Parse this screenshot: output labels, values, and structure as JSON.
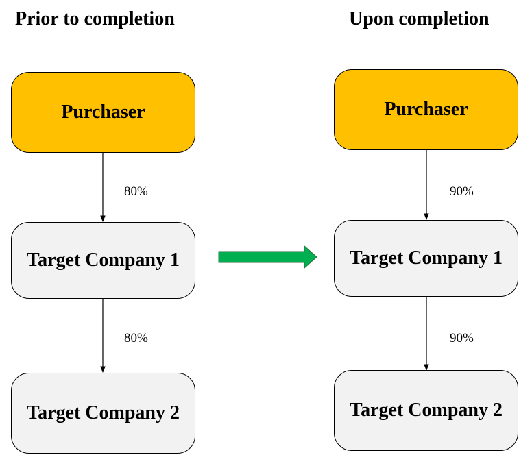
{
  "left_panel": {
    "heading": "Prior to completion",
    "purchaser": "Purchaser",
    "target1": "Target Company 1",
    "target2": "Target Company 2",
    "pct_purchaser_to_target1": "80%",
    "pct_target1_to_target2": "80%"
  },
  "right_panel": {
    "heading": "Upon completion",
    "purchaser": "Purchaser",
    "target1": "Target Company 1",
    "target2": "Target Company 2",
    "pct_purchaser_to_target1": "90%",
    "pct_target1_to_target2": "90%"
  },
  "colors": {
    "purchaser_fill": "#ffc000",
    "target_fill": "#f2f2f2",
    "transition_arrow": "#00b050"
  }
}
